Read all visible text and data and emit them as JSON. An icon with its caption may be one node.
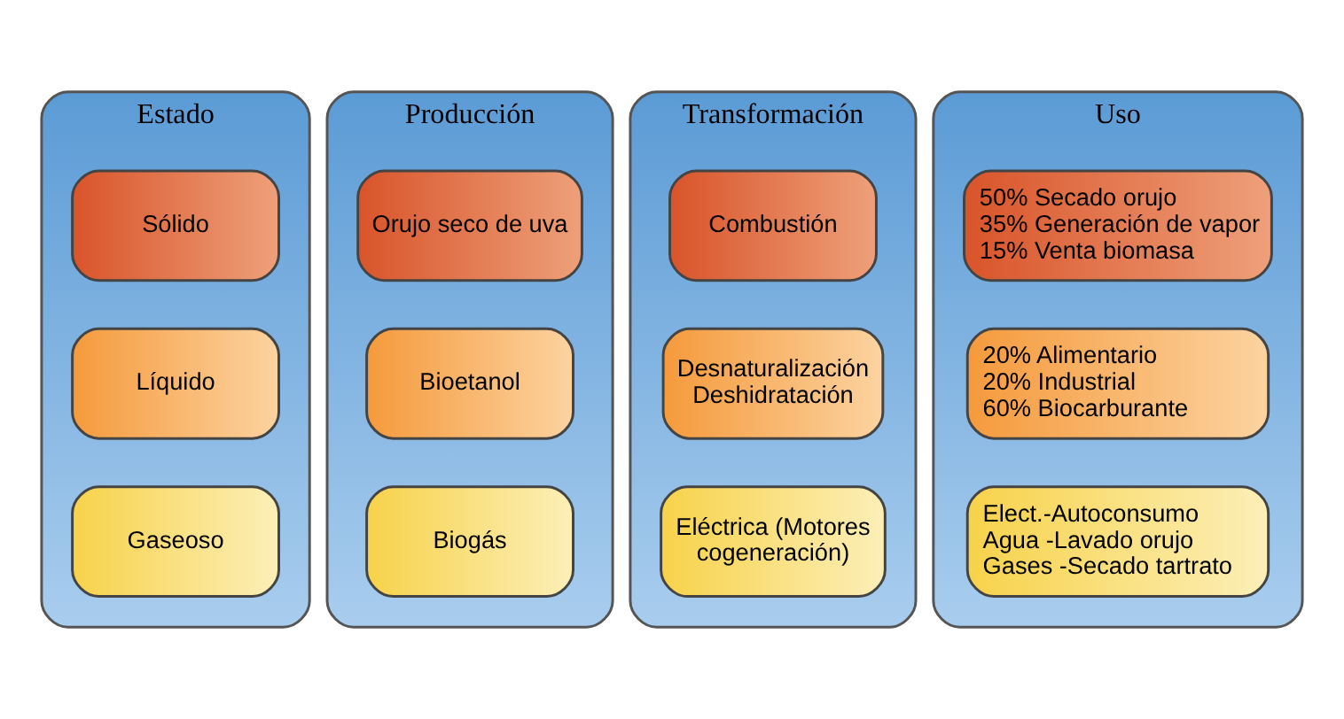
{
  "diagram": {
    "nodes": [
      {
        "text": [
          "Estado"
        ]
      },
      {
        "text": [
          "Sólido"
        ],
        "in": 0
      },
      {
        "text": [
          "Líquido"
        ],
        "in": 0
      },
      {
        "text": [
          "Gaseoso"
        ],
        "in": 0
      },
      {
        "text": [
          "Producción"
        ]
      },
      {
        "text": [
          "Orujo seco de uva"
        ],
        "in": 4
      },
      {
        "text": [
          "Bioetanol"
        ],
        "in": 4
      },
      {
        "text": [
          "Biogás"
        ],
        "in": 4
      },
      {
        "text": [
          "Transformación"
        ]
      },
      {
        "text": [
          "Combustión"
        ],
        "in": 8
      },
      {
        "text": [
          "Desnaturalización Deshidratación"
        ],
        "in": 8
      },
      {
        "text": [
          "Eléctrica (Motores cogeneración)"
        ],
        "in": 8
      },
      {
        "text": [
          "Uso"
        ]
      },
      {
        "text": [
          "50% Secado orujo",
          "35% Generación de vapor",
          "15% Venta biomasa"
        ],
        "in": 12
      },
      {
        "text": [
          "20% Alimentario",
          "20% Industrial",
          "60% Biocarburante"
        ],
        "in": 12
      },
      {
        "text": [
          "Elect.-Autoconsumo",
          "Agua -Lavado orujo",
          "Gases -Secado tartrato"
        ],
        "in": 12
      }
    ],
    "edges": []
  }
}
